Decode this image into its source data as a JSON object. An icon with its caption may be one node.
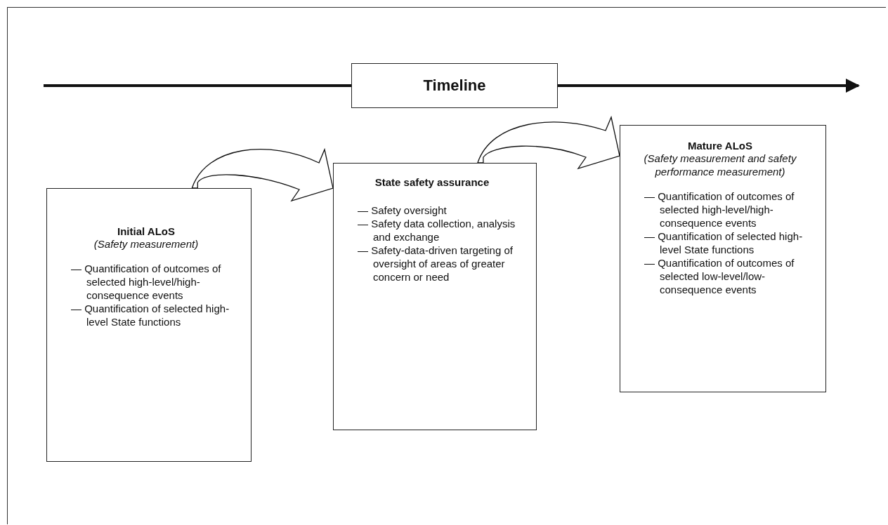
{
  "diagram": {
    "nodes": [
      {
        "text": [
          "Timeline"
        ]
      },
      {
        "text": [
          "Initial ALoS",
          "(Safety measurement)",
          "— Quantification of outcomes of selected high-level/high-consequence events",
          "— Quantification of selected high-level State functions"
        ]
      },
      {
        "text": [
          "State safety assurance",
          "— Safety oversight",
          "— Safety data collection, analysis and exchange",
          "— Safety-data-driven targeting of oversight of areas of greater concern or need"
        ]
      },
      {
        "text": [
          "Mature ALoS",
          "(Safety measurement and safety performance measurement)",
          "— Quantification of outcomes of selected high-level/high-consequence events",
          "— Quantification of selected high-level State functions",
          "— Quantification of outcomes of selected low-level/low-consequence events"
        ]
      }
    ],
    "edges": [
      {
        "from": null,
        "to": 0,
        "arrow": "none"
      },
      {
        "from": 0,
        "to": null,
        "arrow": "to"
      },
      {
        "from": 1,
        "to": 2,
        "arrow": "to"
      },
      {
        "from": 2,
        "to": 3,
        "arrow": "to"
      }
    ]
  }
}
